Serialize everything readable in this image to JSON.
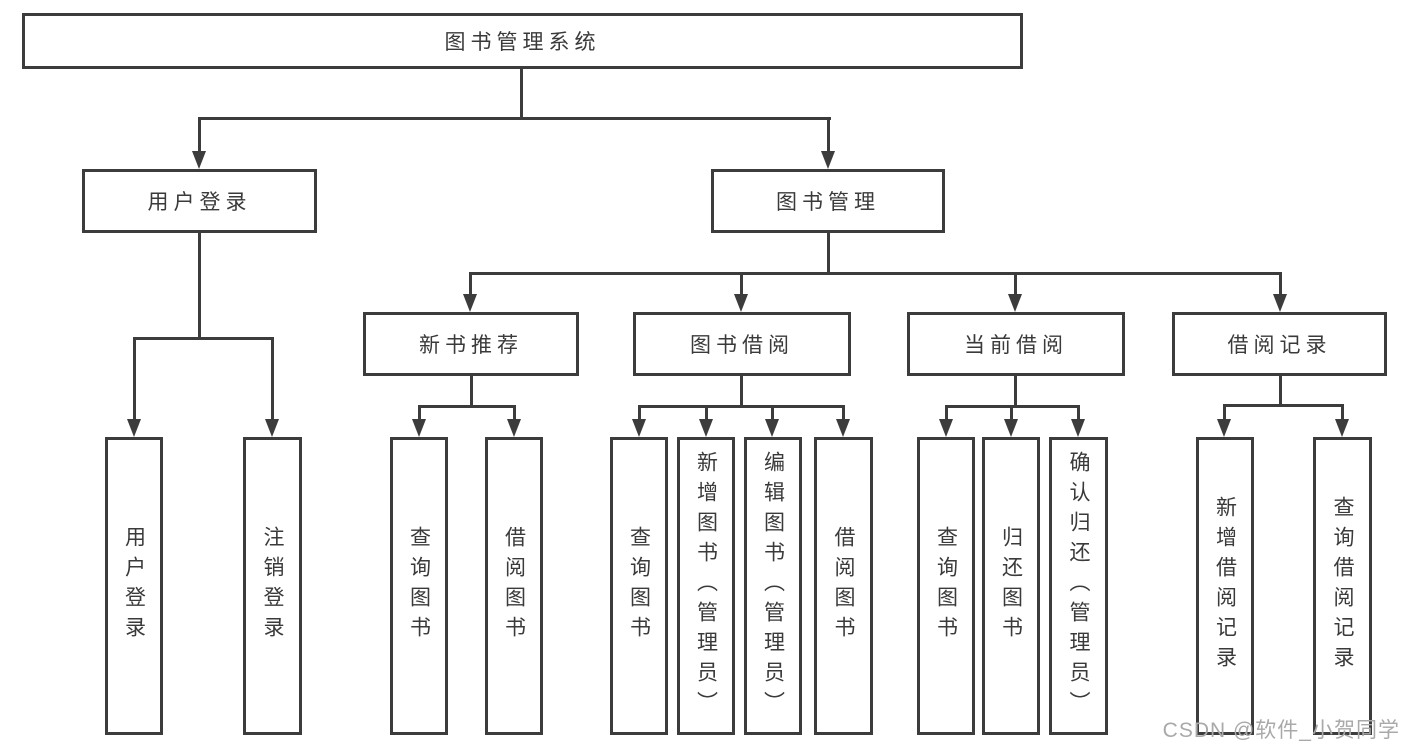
{
  "diagram": {
    "root": {
      "label": "图书管理系统"
    },
    "level2": [
      {
        "label": "用户登录"
      },
      {
        "label": "图书管理"
      }
    ],
    "level3": [
      {
        "label": "新书推荐"
      },
      {
        "label": "图书借阅"
      },
      {
        "label": "当前借阅"
      },
      {
        "label": "借阅记录"
      }
    ],
    "leaves": {
      "login": [
        {
          "label": "用户登录"
        },
        {
          "label": "注销登录"
        }
      ],
      "recommend": [
        {
          "label": "查询图书"
        },
        {
          "label": "借阅图书"
        }
      ],
      "borrow": [
        {
          "label": "查询图书"
        },
        {
          "label": "新增图书（管理员）"
        },
        {
          "label": "编辑图书（管理员）"
        },
        {
          "label": "借阅图书"
        }
      ],
      "current": [
        {
          "label": "查询图书"
        },
        {
          "label": "归还图书"
        },
        {
          "label": "确认归还（管理员）"
        }
      ],
      "record": [
        {
          "label": "新增借阅记录"
        },
        {
          "label": "查询借阅记录"
        }
      ]
    },
    "watermark": "CSDN @软件_小贺同学",
    "colors": {
      "line": "#3c3c3c",
      "text": "#3a3a3a",
      "watermark": "#a9a9a9",
      "background": "#ffffff"
    }
  }
}
